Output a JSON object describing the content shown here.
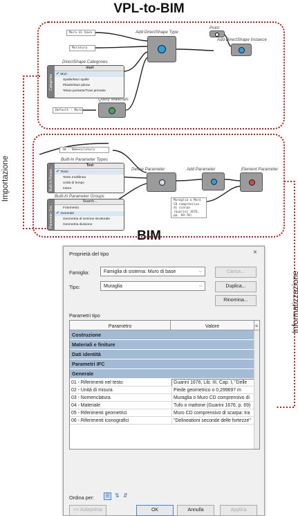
{
  "headers": {
    "vpl": "VPL-to-BIM",
    "bim": "BIM"
  },
  "side_labels": {
    "left": "Importazione",
    "right": "Informatizzazione"
  },
  "panel1": {
    "panels": [
      "Muro di base",
      "Muratura",
      "Default - Muro"
    ],
    "component_labels": {
      "add_directshape_type": "Add DirectShape Type",
      "point": "Point",
      "add_directshape_instance": "Add DirectShape Instance",
      "directshape_categories": "DirectShape Categories",
      "query_materials": "Query Materials"
    },
    "categories_list": {
      "side": "Categories",
      "header": "muri",
      "items": [
        "Muri",
        "Spalle/Muri spalle",
        "Pilastri/Muri pilone",
        "Telaio portante/Travi primarie"
      ]
    }
  },
  "panel2": {
    "panels": [
      "10 - Nomenclatura",
      "Muraglia o Muro CD comprensivo di scarpa (Guarini 1676, pp. 69-70)"
    ],
    "component_labels": {
      "built_in_parameter_types": "Built-In Parameter Types",
      "define_parameter": "Define Parameter",
      "add_parameter": "Add Parameter",
      "element_parameter": "Element Parameter",
      "built_in_parameter_groups": "Built-In Parameter Groups"
    },
    "types_list": {
      "side": "Built-In Param...",
      "header": "Text",
      "items": [
        "Testo",
        "Testo multilinea",
        "Unità di tempo",
        "Intero"
      ]
    },
    "groups_list": {
      "side": "Parameter Gro...",
      "header": "Search...",
      "items": [
        "Fotometria",
        "Generale",
        "Geometria di sezione strutturale",
        "Geometria divisione"
      ]
    }
  },
  "dialog": {
    "title": "Proprietà del tipo",
    "close_glyph": "×",
    "family_label": "Famiglia:",
    "family_value": "Famiglia di sistema: Muro di base",
    "type_label": "Tipo:",
    "type_value": "Muraglia",
    "buttons_right": [
      "Carica...",
      "Duplica...",
      "Rinomina..."
    ],
    "params_label": "Parametri tipo",
    "col_param": "Parametro",
    "col_value": "Valore",
    "col_equals": "=",
    "groups": [
      "Costruzione",
      "Materiali e finiture",
      "Dati identità",
      "Parametri IFC",
      "Generale"
    ],
    "rows": [
      {
        "name": "01 - Riferimenti nel testo",
        "value": "Guarini 1676, Lib. III, Cap. I, \"Delle"
      },
      {
        "name": "02 - Unità di misura",
        "value": "Piede geometrico o 0,299697 m"
      },
      {
        "name": "03 - Nomenclatura",
        "value": "Muraglia o Muro CD comprensivo di"
      },
      {
        "name": "04 - Materiale",
        "value": "Tufo o mattone (Guarini 1676, p. 69)"
      },
      {
        "name": "05 - Riferimenti geometrici",
        "value": "Muro CD comprensivo di scarpa: tra"
      },
      {
        "name": "06 - Riferimenti iconografici",
        "value": "\"Delineationi seconde delle fortezze\""
      }
    ],
    "sort_label": "Ordina per:",
    "footer_buttons": [
      "<< Anteprima",
      "OK",
      "Annulla",
      "Applica"
    ]
  },
  "colors": {
    "dotted_red": "#b01818",
    "group_blue": "#a4bbd6"
  }
}
